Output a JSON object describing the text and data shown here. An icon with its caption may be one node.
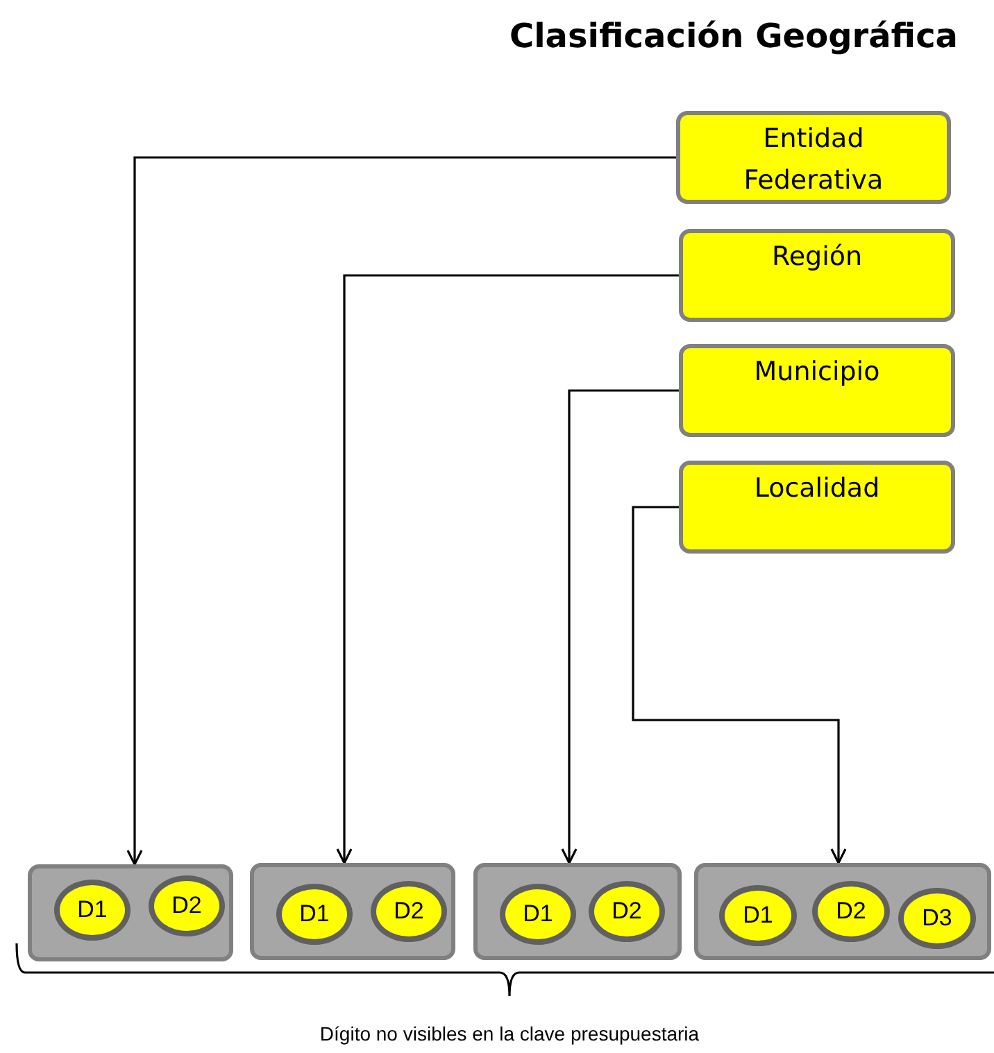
{
  "diagram": {
    "title": "Clasificación Geográfica",
    "nodes": [
      {
        "text": [
          "Entidad Federativa"
        ]
      },
      {
        "text": [
          "Región"
        ]
      },
      {
        "text": [
          "Municipio"
        ]
      },
      {
        "text": [
          "Localidad"
        ]
      },
      {
        "text": [],
        "shape": "box"
      },
      {
        "text": [
          "D1"
        ],
        "in": 4
      },
      {
        "text": [
          "D2"
        ],
        "in": 4
      },
      {
        "text": [],
        "shape": "box"
      },
      {
        "text": [
          "D1"
        ],
        "in": 7
      },
      {
        "text": [
          "D2"
        ],
        "in": 7
      },
      {
        "text": [],
        "shape": "box"
      },
      {
        "text": [
          "D1"
        ],
        "in": 10
      },
      {
        "text": [
          "D2"
        ],
        "in": 10
      },
      {
        "text": [],
        "shape": "box"
      },
      {
        "text": [
          "D1"
        ],
        "in": 13
      },
      {
        "text": [
          "D2"
        ],
        "in": 13
      },
      {
        "text": [
          "D3"
        ],
        "in": 13
      }
    ],
    "edges": [
      {
        "from": 0,
        "to": 4,
        "arrow": "to"
      },
      {
        "from": 1,
        "to": 7,
        "arrow": "to"
      },
      {
        "from": 2,
        "to": 10,
        "arrow": "to"
      },
      {
        "from": 3,
        "to": 13,
        "arrow": "to"
      }
    ],
    "labels": [
      "Dígito no visibles en la clave presupuestaria"
    ]
  }
}
